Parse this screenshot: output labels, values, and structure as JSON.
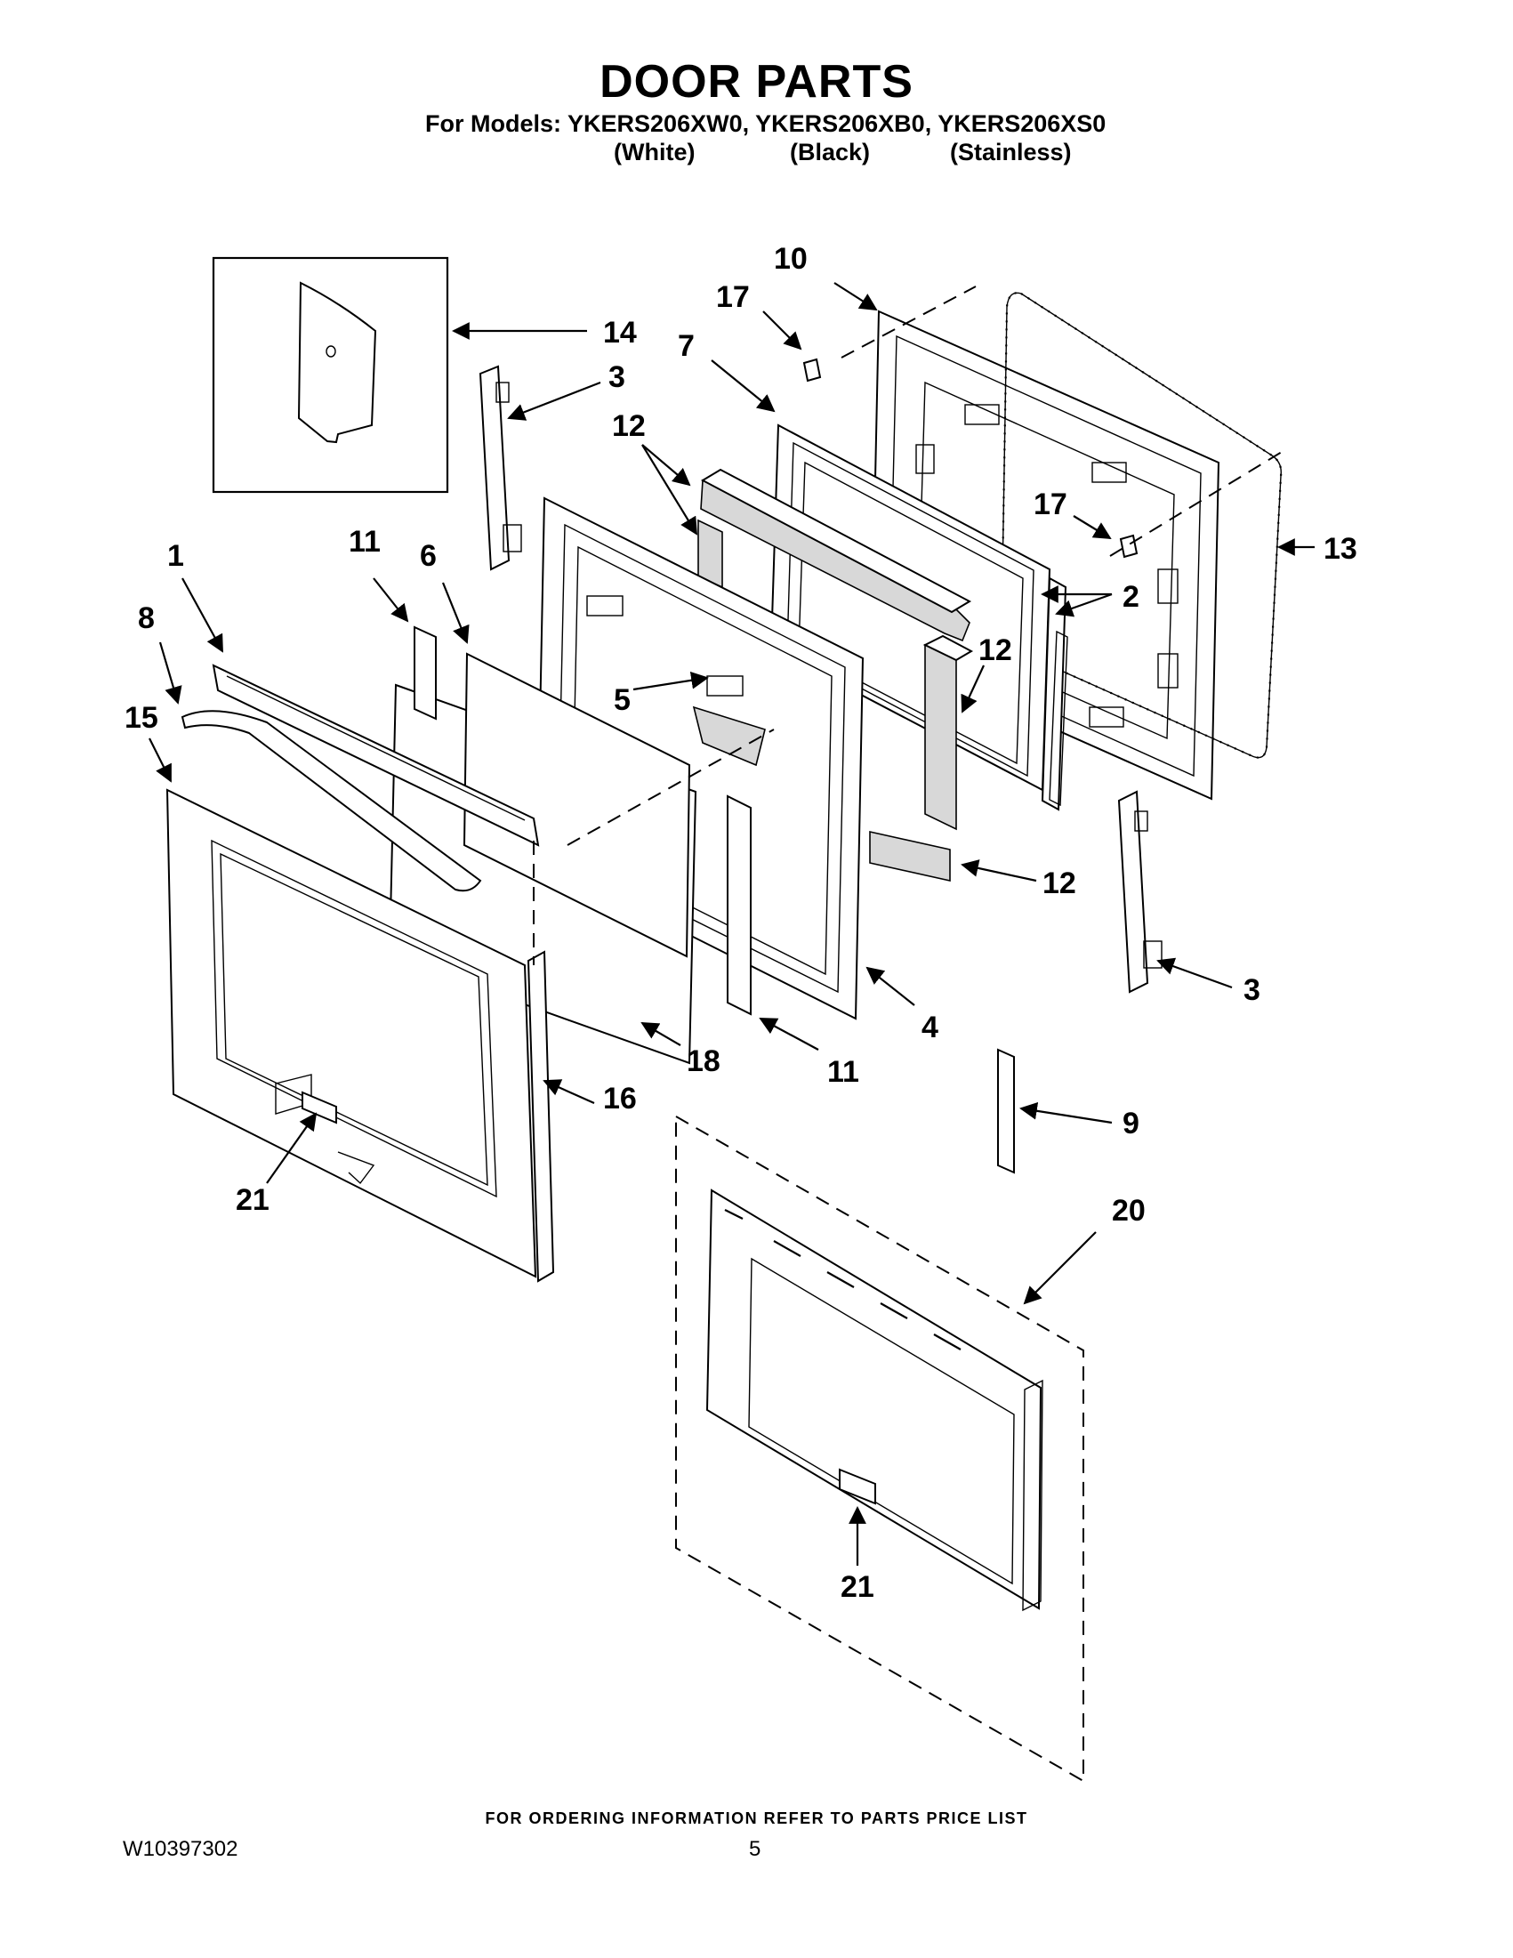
{
  "header": {
    "title": "DOOR PARTS",
    "models_line": "For Models: YKERS206XW0, YKERS206XB0, YKERS206XS0",
    "colors": [
      "(White)",
      "(Black)",
      "(Stainless)"
    ]
  },
  "callouts": {
    "c10": "10",
    "c17a": "17",
    "c7": "7",
    "c14": "14",
    "c3a": "3",
    "c12a": "12",
    "c17b": "17",
    "c13": "13",
    "c1": "1",
    "c11a": "11",
    "c6": "6",
    "c2": "2",
    "c8": "8",
    "c12b": "12",
    "c15": "15",
    "c5": "5",
    "c12c": "12",
    "c3b": "3",
    "c4": "4",
    "c18": "18",
    "c11b": "11",
    "c16": "16",
    "c9": "9",
    "c21a": "21",
    "c20": "20",
    "c21b": "21"
  },
  "footer": {
    "ordering_note": "FOR ORDERING INFORMATION REFER TO PARTS PRICE LIST",
    "document_number": "W10397302",
    "page_number": "5"
  }
}
